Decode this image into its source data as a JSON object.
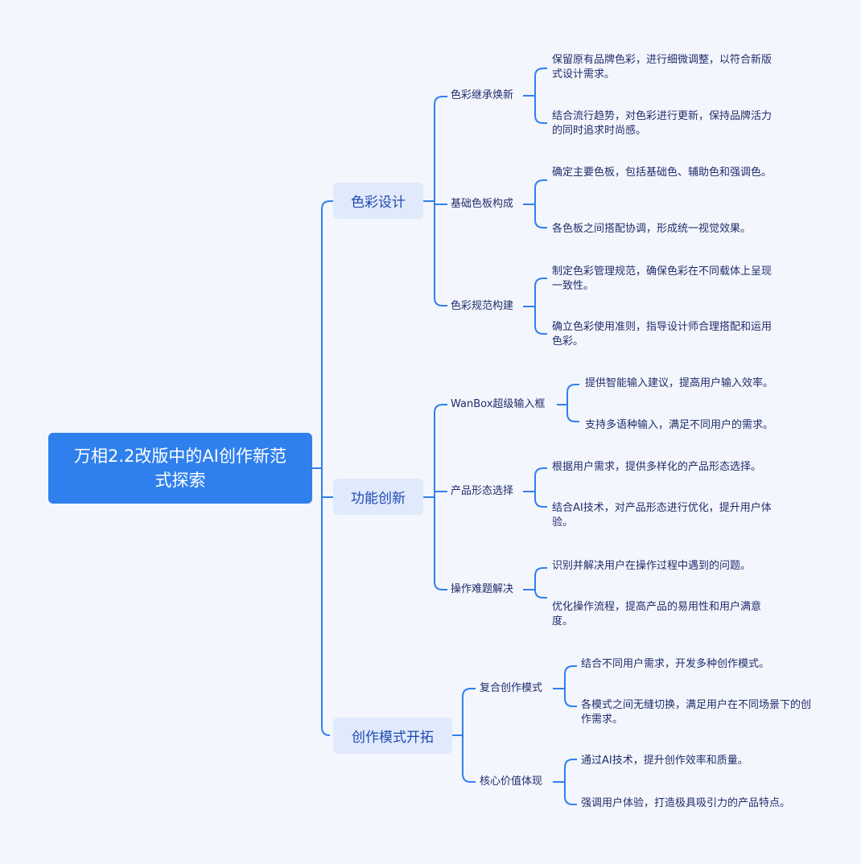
{
  "root": "万相2.2改版中的AI创作新范式探索",
  "branches": [
    {
      "label": "色彩设计",
      "children": [
        {
          "label": "色彩继承焕新",
          "items": [
            "保留原有品牌色彩，进行细微调整，以符合新版式设计需求。",
            "结合流行趋势，对色彩进行更新，保持品牌活力的同时追求时尚感。"
          ]
        },
        {
          "label": "基础色板构成",
          "items": [
            "确定主要色板，包括基础色、辅助色和强调色。",
            "各色板之间搭配协调，形成统一视觉效果。"
          ]
        },
        {
          "label": "色彩规范构建",
          "items": [
            "制定色彩管理规范，确保色彩在不同载体上呈现一致性。",
            "确立色彩使用准则，指导设计师合理搭配和运用色彩。"
          ]
        }
      ]
    },
    {
      "label": "功能创新",
      "children": [
        {
          "label": "WanBox超级输入框",
          "items": [
            "提供智能输入建议，提高用户输入效率。",
            "支持多语种输入，满足不同用户的需求。"
          ]
        },
        {
          "label": "产品形态选择",
          "items": [
            "根据用户需求，提供多样化的产品形态选择。",
            "结合AI技术，对产品形态进行优化，提升用户体验。"
          ]
        },
        {
          "label": "操作难题解决",
          "items": [
            "识别并解决用户在操作过程中遇到的问题。",
            "优化操作流程，提高产品的易用性和用户满意度。"
          ]
        }
      ]
    },
    {
      "label": "创作模式开拓",
      "children": [
        {
          "label": "复合创作模式",
          "items": [
            "结合不同用户需求，开发多种创作模式。",
            "各模式之间无缝切换，满足用户在不同场景下的创作需求。"
          ]
        },
        {
          "label": "核心价值体现",
          "items": [
            "通过AI技术，提升创作效率和质量。",
            "强调用户体验，打造极具吸引力的产品特点。"
          ]
        }
      ]
    }
  ],
  "colors": {
    "root": "#2f80ed",
    "branch_bg": "#e1e9fc",
    "line": "#2f80ed",
    "background": "#f4f6fd"
  }
}
